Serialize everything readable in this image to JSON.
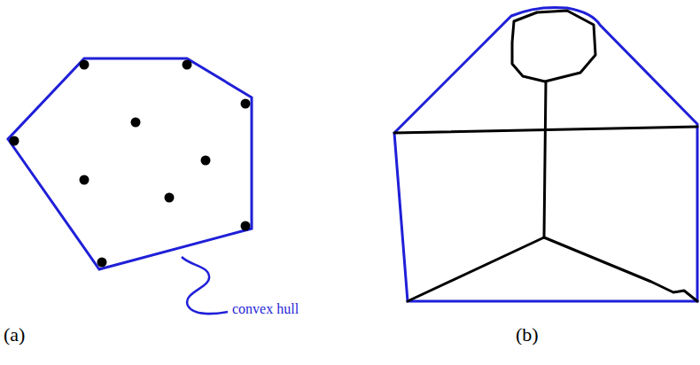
{
  "diagram": {
    "labels": [
      "convex hull",
      "(a)",
      "(b)"
    ]
  }
}
